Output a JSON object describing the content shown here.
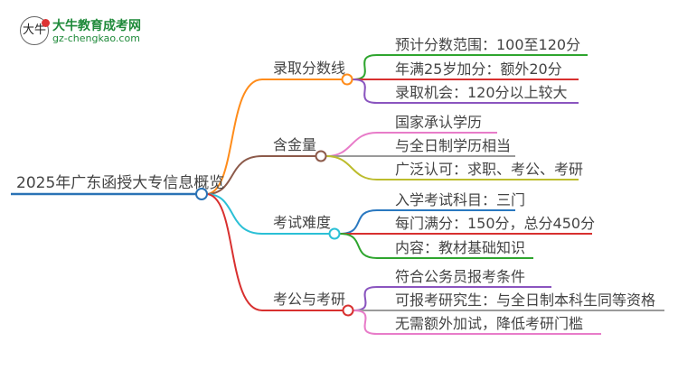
{
  "logo": {
    "mark": "大牛",
    "brand": "大牛教育成考网",
    "url": "gz-chengkao.com"
  },
  "root": {
    "label": "2025年广东函授大专信息概览",
    "color": "#2a72b5"
  },
  "branches": [
    {
      "label": "录取分数线",
      "color": "#ff8c1a",
      "leaves": [
        {
          "label": "预计分数范围：100至120分",
          "color": "#2ea52e"
        },
        {
          "label": "年满25岁加分：额外20分",
          "color": "#d8302f"
        },
        {
          "label": "录取机会：120分以上较大",
          "color": "#8a55bf"
        }
      ]
    },
    {
      "label": "含金量",
      "color": "#8c5a4a",
      "leaves": [
        {
          "label": "国家承认学历",
          "color": "#e87cc9"
        },
        {
          "label": "与全日制学历相当",
          "color": "#9a9a9a"
        },
        {
          "label": "广泛认可：求职、考公、考研",
          "color": "#bcbc2c"
        }
      ]
    },
    {
      "label": "考试难度",
      "color": "#2bc0d6",
      "leaves": [
        {
          "label": "入学考试科目：三门",
          "color": "#2a78c0"
        },
        {
          "label": "每门满分：150分，总分450分",
          "color": "#d8302f"
        },
        {
          "label": "内容：教材基础知识",
          "color": "#2ea52e"
        }
      ]
    },
    {
      "label": "考公与考研",
      "color": "#d8302f",
      "leaves": [
        {
          "label": "符合公务员报考条件",
          "color": "#8a55bf"
        },
        {
          "label": "可报考研究生：与全日制本科生同等资格",
          "color": "#9a9a9a"
        },
        {
          "label": "无需额外加试，降低考研门槛",
          "color": "#e87cc9"
        }
      ]
    }
  ]
}
